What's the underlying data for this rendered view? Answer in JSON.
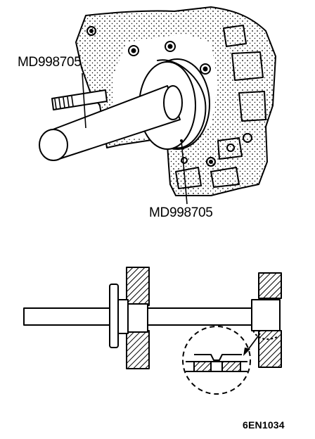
{
  "labels": {
    "tool_top": "MD998705",
    "tool_bottom": "MD998705",
    "figure_code": "6EN1034"
  },
  "colors": {
    "ink": "#000000",
    "paper": "#ffffff"
  }
}
